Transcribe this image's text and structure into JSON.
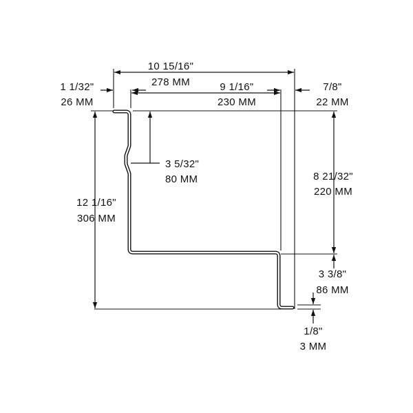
{
  "drawing": {
    "line_color": "#111111",
    "background": "#ffffff",
    "dimensions": {
      "overall_width": {
        "inch": "10 15/16\"",
        "mm": "278 MM"
      },
      "inner_width": {
        "inch": "9 1/16\"",
        "mm": "230 MM"
      },
      "left_flange": {
        "inch": "1 1/32\"",
        "mm": "26 MM"
      },
      "right_return": {
        "inch": "7/8\"",
        "mm": "22 MM"
      },
      "offset_depth": {
        "inch": "3 5/32\"",
        "mm": "80 MM"
      },
      "overall_height": {
        "inch": "12 1/16\"",
        "mm": "306 MM"
      },
      "upper_height": {
        "inch": "8 21/32\"",
        "mm": "220 MM"
      },
      "lower_leg": {
        "inch": "3 3/8\"",
        "mm": "86 MM"
      },
      "thickness": {
        "inch": "1/8\"",
        "mm": "3 MM"
      }
    }
  }
}
